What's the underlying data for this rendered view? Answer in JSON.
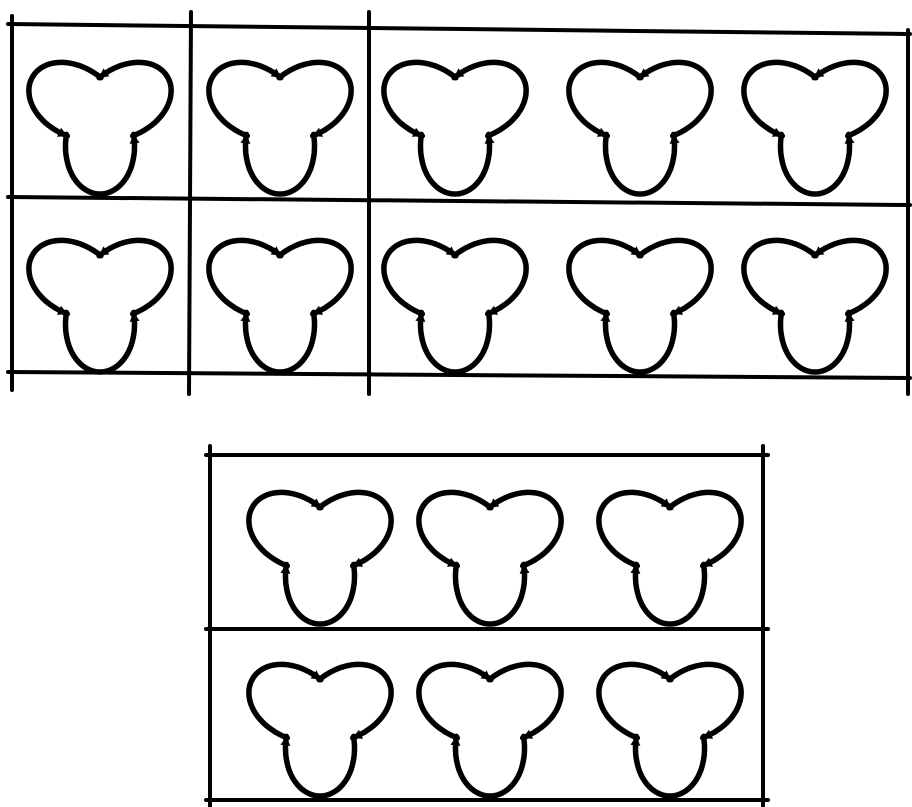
{
  "figure": {
    "ink_color": "#000000",
    "background_color": "#ffffff",
    "top_grid": {
      "rows": 2,
      "knots_per_row": 5,
      "knots": [
        {
          "id": "top-r1-k1",
          "direction": "clockwise"
        },
        {
          "id": "top-r1-k2",
          "direction": "counterclockwise"
        },
        {
          "id": "top-r1-k3",
          "direction": "clockwise"
        },
        {
          "id": "top-r1-k4",
          "direction": "clockwise"
        },
        {
          "id": "top-r1-k5",
          "direction": "clockwise"
        },
        {
          "id": "top-r2-k1",
          "direction": "clockwise"
        },
        {
          "id": "top-r2-k2",
          "direction": "counterclockwise"
        },
        {
          "id": "top-r2-k3",
          "direction": "counterclockwise"
        },
        {
          "id": "top-r2-k4",
          "direction": "counterclockwise"
        },
        {
          "id": "top-r2-k5",
          "direction": "clockwise"
        }
      ]
    },
    "bottom_grid": {
      "rows": 2,
      "knots_per_row": 3,
      "knots": [
        {
          "id": "bottom-r1-k1",
          "direction": "counterclockwise"
        },
        {
          "id": "bottom-r1-k2",
          "direction": "clockwise"
        },
        {
          "id": "bottom-r1-k3",
          "direction": "counterclockwise"
        },
        {
          "id": "bottom-r2-k1",
          "direction": "counterclockwise"
        },
        {
          "id": "bottom-r2-k2",
          "direction": "counterclockwise"
        },
        {
          "id": "bottom-r2-k3",
          "direction": "counterclockwise"
        }
      ]
    }
  }
}
